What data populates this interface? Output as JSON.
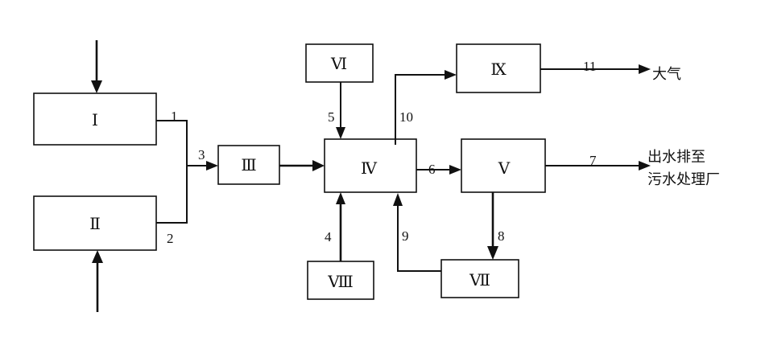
{
  "units": {
    "u1": "Ⅰ",
    "u2": "Ⅱ",
    "u3": "Ⅲ",
    "u4": "Ⅳ",
    "u5": "Ⅴ",
    "u6": "Ⅵ",
    "u7": "Ⅶ",
    "u8": "Ⅷ",
    "u9": "Ⅸ"
  },
  "streams": {
    "s1": "1",
    "s2": "2",
    "s3": "3",
    "s4": "4",
    "s5": "5",
    "s6": "6",
    "s7": "7",
    "s8": "8",
    "s9": "9",
    "s10": "10",
    "s11": "11"
  },
  "outlets": {
    "atmosphere": "大气",
    "effluent_line1": "出水排至",
    "effluent_line2": "污水处理厂"
  }
}
